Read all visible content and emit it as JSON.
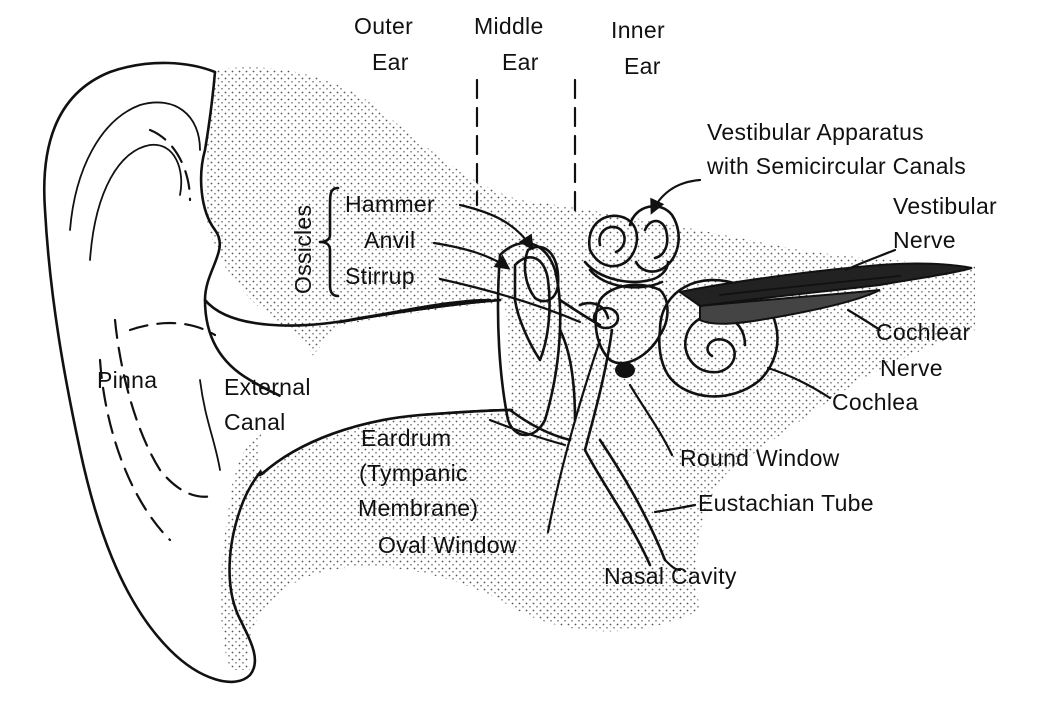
{
  "labels": {
    "outer_ear_1": "Outer",
    "outer_ear_2": "Ear",
    "middle_ear_1": "Middle",
    "middle_ear_2": "Ear",
    "inner_ear_1": "Inner",
    "inner_ear_2": "Ear",
    "vestibular_apparatus_1": "Vestibular Apparatus",
    "vestibular_apparatus_2": "with Semicircular Canals",
    "ossicles": "Ossicles",
    "hammer": "Hammer",
    "anvil": "Anvil",
    "stirrup": "Stirrup",
    "vestibular_nerve_1": "Vestibular",
    "vestibular_nerve_2": "Nerve",
    "cochlear_nerve_1": "Cochlear",
    "cochlear_nerve_2": "Nerve",
    "cochlea": "Cochlea",
    "pinna": "Pinna",
    "external_canal_1": "External",
    "external_canal_2": "Canal",
    "eardrum_1": "Eardrum",
    "eardrum_2": "(Tympanic",
    "eardrum_3": "Membrane)",
    "round_window": "Round Window",
    "eustachian_tube": "Eustachian Tube",
    "oval_window": "Oval Window",
    "nasal_cavity": "Nasal Cavity"
  }
}
